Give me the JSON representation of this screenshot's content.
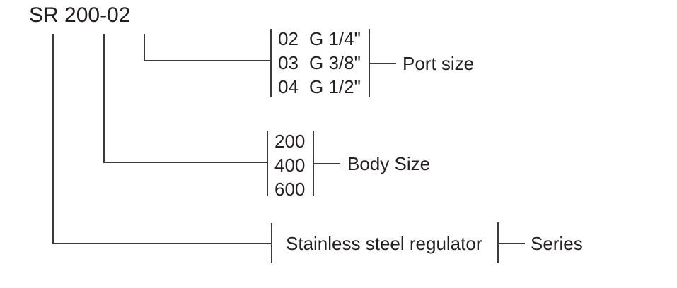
{
  "title": "SR 200-02",
  "colors": {
    "background": "#ffffff",
    "text": "#231f20",
    "line": "#3a3a3a"
  },
  "groups": {
    "port_size": {
      "label": "Port size",
      "options": [
        {
          "code": "02",
          "value": "G 1/4\""
        },
        {
          "code": "03",
          "value": "G 3/8\""
        },
        {
          "code": "04",
          "value": "G 1/2\""
        }
      ]
    },
    "body_size": {
      "label": "Body Size",
      "options": [
        {
          "value": "200"
        },
        {
          "value": "400"
        },
        {
          "value": "600"
        }
      ]
    },
    "series": {
      "label": "Series",
      "value": "Stainless steel regulator"
    }
  }
}
